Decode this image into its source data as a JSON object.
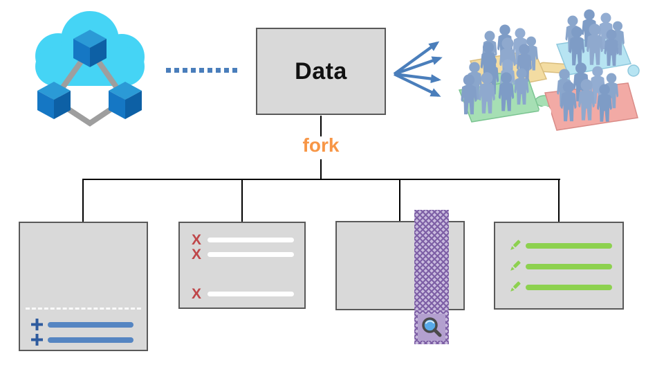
{
  "data_node": {
    "label": "Data"
  },
  "fork": {
    "label": "fork"
  },
  "source": {
    "icon": "cloud-network-icon",
    "connector": "blue-dotted-line"
  },
  "consumers": {
    "image": "teams-on-puzzle-pieces",
    "arrow_count": 4,
    "puzzle_colors": [
      "#f3dca2",
      "#b7e4f2",
      "#a6dfb4",
      "#f2aaa5"
    ]
  },
  "branches": {
    "additions": {
      "icon": "plus-icon",
      "rows": 2,
      "divider": "white-dashed-line"
    },
    "deletions": {
      "icon": "x-icon",
      "marker_char": "X",
      "rows": 3
    },
    "inspection": {
      "icon": "magnifier-icon",
      "overlay": "purple-lattice-strip"
    },
    "edits": {
      "icon": "pencil-icon",
      "rows": 3
    }
  },
  "colors": {
    "canvas_bg": "#ffffff",
    "box_fill": "#d9d9d9",
    "box_border": "#595959",
    "connector_black": "#000000",
    "fork_orange": "#f79646",
    "arrow_blue": "#4a7ebb",
    "plus_blue": "#2e5b9e",
    "add_bar_blue": "#5585c2",
    "x_red": "#bf4649",
    "edit_green": "#8dd14f",
    "strip_purple_dark": "#7d5fa5",
    "strip_purple_light": "#c9bbde",
    "badge_fill": "#b3a0cf",
    "lens_blue": "#58aae9",
    "magnifier_frame": "#4a4a4a",
    "cloud_cyan": "#45d4f5",
    "cube_top": "#2b9ad6",
    "cube_left": "#1577c4",
    "cube_right": "#0d60a5",
    "network_gray": "#9e9e9e",
    "people_blue": "#8aa6cc"
  }
}
